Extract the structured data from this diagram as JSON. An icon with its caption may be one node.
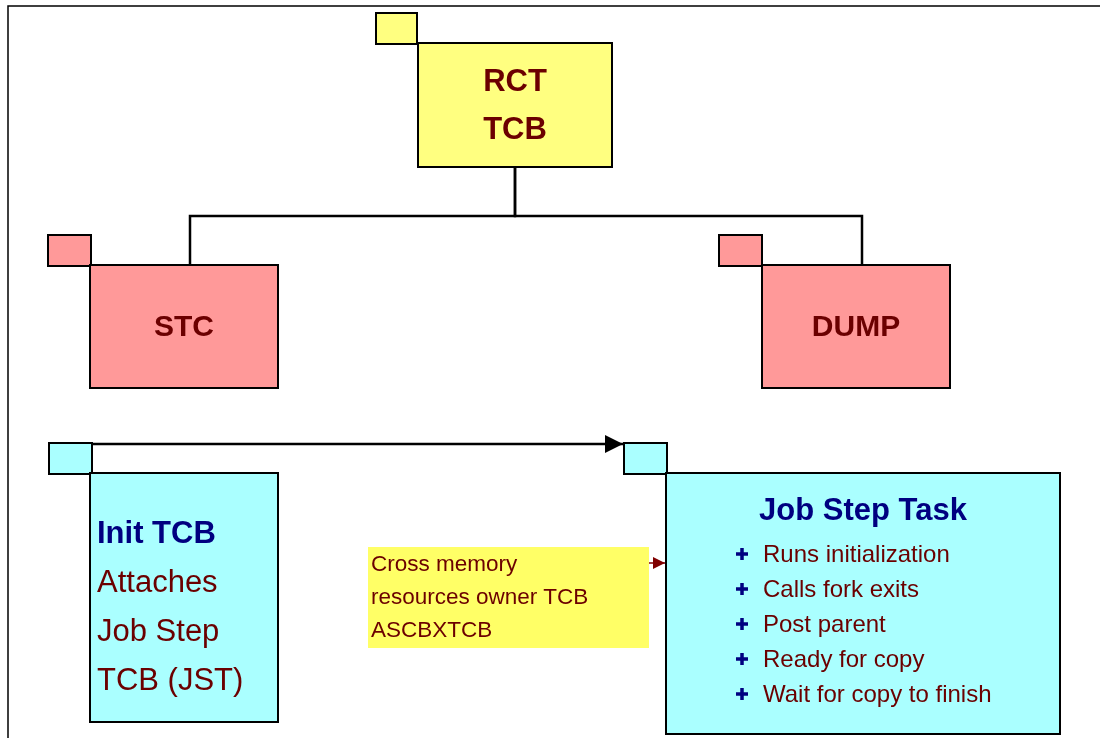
{
  "diagram": {
    "nodes": [
      {
        "text": [],
        "shape": "box"
      },
      {
        "text": [
          "RCT TCB"
        ]
      },
      {
        "text": [],
        "shape": "box"
      },
      {
        "text": [
          "STC"
        ]
      },
      {
        "text": [],
        "shape": "box"
      },
      {
        "text": [
          "DUMP"
        ]
      },
      {
        "text": [],
        "shape": "box"
      },
      {
        "text": [
          "Init TCB",
          "Attaches Job Step TCB (JST)"
        ]
      },
      {
        "text": [
          "Cross memory resources owner TCB ASCBXTCB"
        ]
      },
      {
        "text": [],
        "shape": "box"
      },
      {
        "text": [
          "Job Step Task",
          "Runs initialization",
          "Calls fork exits",
          "Post parent",
          "Ready for copy",
          "Wait for copy to finish"
        ]
      }
    ],
    "edges": [
      {
        "from": 1,
        "to": 3,
        "arrow": "none"
      },
      {
        "from": 1,
        "to": 5,
        "arrow": "none"
      },
      {
        "from": 6,
        "to": 9,
        "arrow": "to"
      },
      {
        "from": 8,
        "to": 10,
        "arrow": "to",
        "color": "#800000"
      }
    ]
  }
}
